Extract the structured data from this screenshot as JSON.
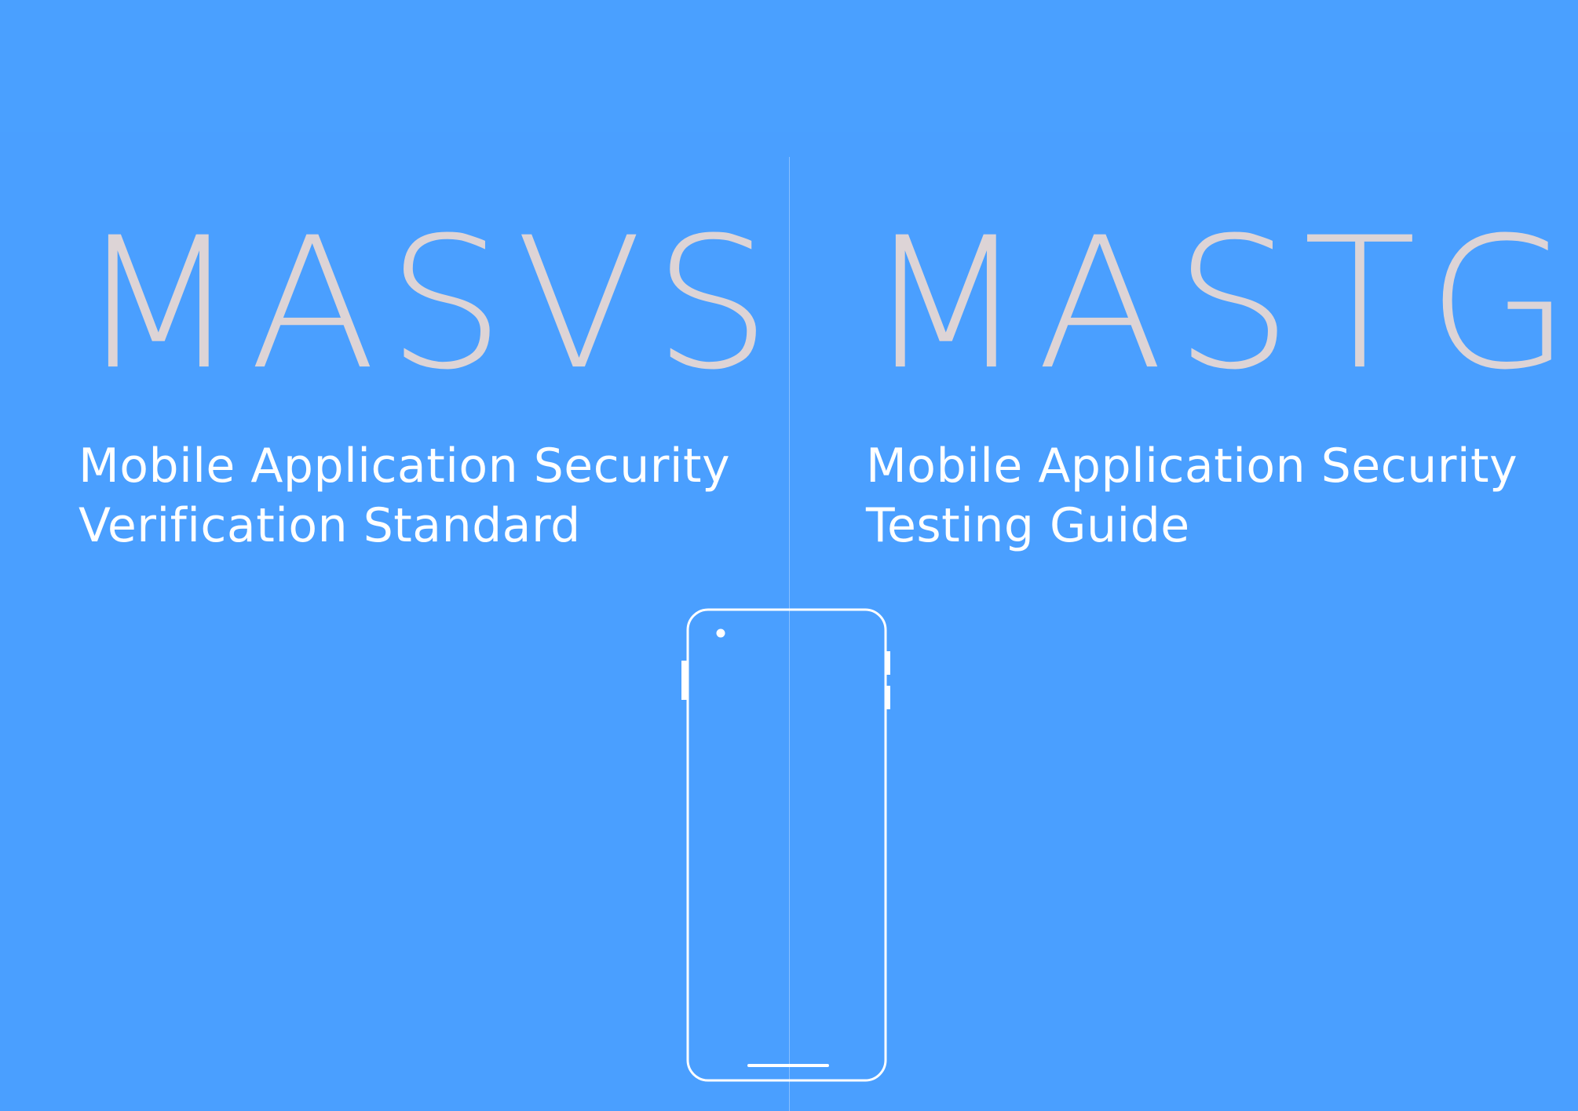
{
  "left_panel": {
    "acronym": "MASVS",
    "subtitle_line1": "Mobile Application Security",
    "subtitle_line2": "Verification Standard"
  },
  "right_panel": {
    "acronym": "MASTG",
    "subtitle_line1": "Mobile Application Security",
    "subtitle_line2": "Testing Guide"
  },
  "illustration": {
    "icon": "smartphone-outline-icon"
  },
  "colors": {
    "background": "#4a9fff",
    "acronym_text": "#ddd4d6",
    "subtitle_text": "#ffffff",
    "phone_outline": "#ffffff"
  }
}
